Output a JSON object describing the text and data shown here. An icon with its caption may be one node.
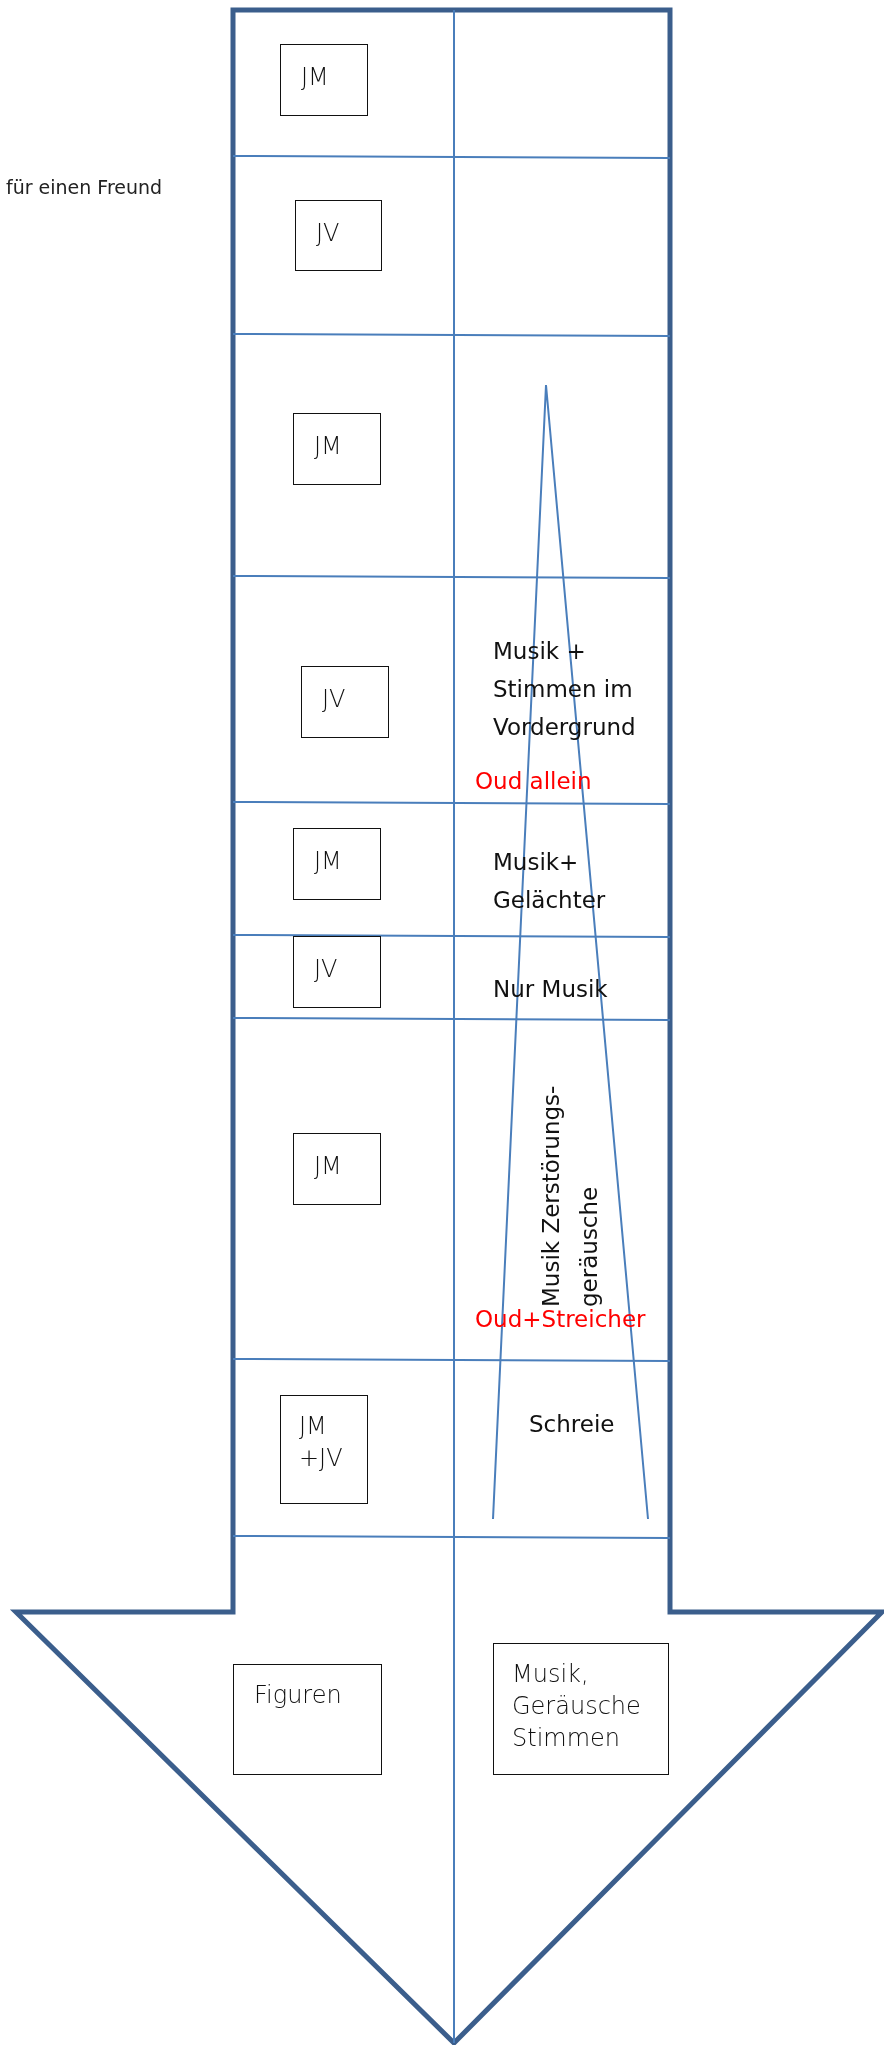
{
  "diagram": {
    "nodes": [
      {
        "text": [
          "JM"
        ]
      },
      {
        "text": [
          "JV"
        ]
      },
      {
        "text": [
          "JM"
        ]
      },
      {
        "text": [
          "JV"
        ]
      },
      {
        "text": [
          "JM"
        ]
      },
      {
        "text": [
          "JV"
        ]
      },
      {
        "text": [
          "JM"
        ]
      },
      {
        "text": [
          "JM +JV"
        ]
      },
      {
        "text": [
          "Figuren"
        ]
      },
      {
        "text": [
          "Musik, Geräusche Stimmen"
        ]
      }
    ],
    "labels": [
      "für einen Freund",
      "Musik + Stimmen im Vordergrund",
      "Oud allein",
      "Musik+ Gelächter",
      "Nur Musik",
      "Musik Zerstörungs- geräusche",
      "Oud+Streicher",
      "Schreie"
    ]
  }
}
